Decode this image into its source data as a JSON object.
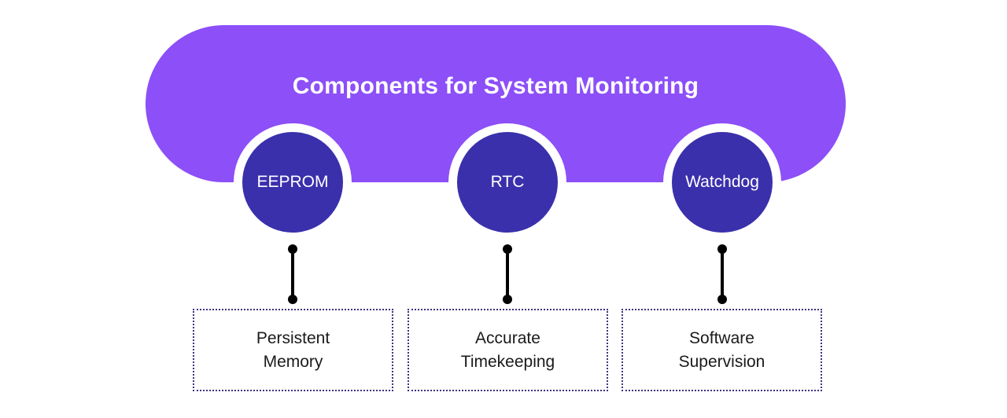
{
  "banner": {
    "title": "Components for System Monitoring",
    "color": "#8c4ff8",
    "title_color": "#ffffff"
  },
  "theme": {
    "background": "#ffffff",
    "node_color": "#3a30ac",
    "node_ring_color": "#ffffff",
    "connector_color": "#000000",
    "box_border_color": "#3b3480",
    "box_text_color": "#1a1a1a"
  },
  "nodes": [
    {
      "label": "EEPROM"
    },
    {
      "label": "RTC"
    },
    {
      "label": "Watchdog"
    }
  ],
  "descriptions": [
    {
      "line1": "Persistent",
      "line2": "Memory"
    },
    {
      "line1": "Accurate",
      "line2": "Timekeeping"
    },
    {
      "line1": "Software",
      "line2": "Supervision"
    }
  ]
}
